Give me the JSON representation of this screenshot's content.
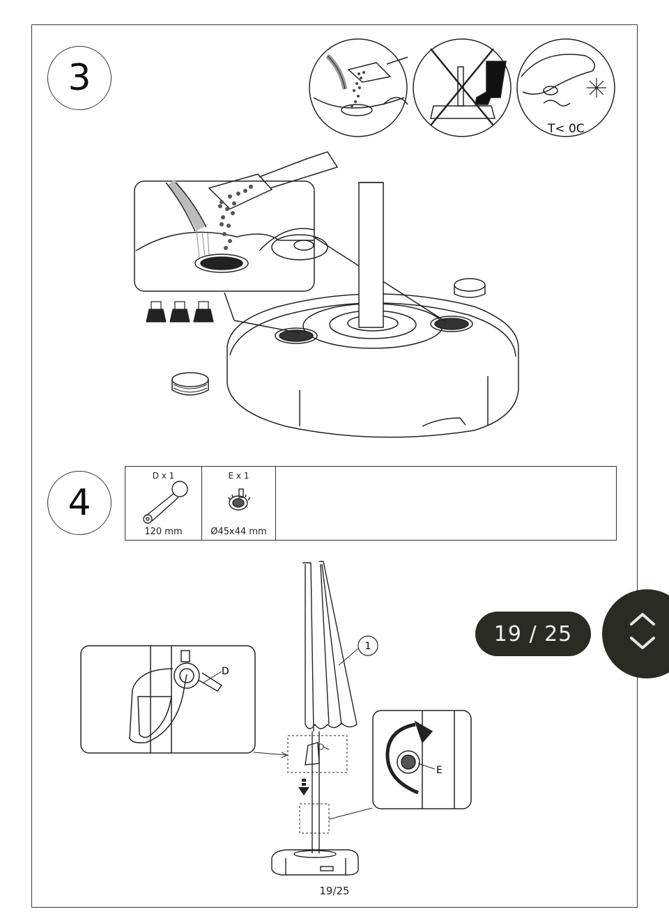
{
  "step3": {
    "number": "3",
    "warning_temp": "T< 0C"
  },
  "step4": {
    "number": "4",
    "parts": [
      {
        "qty": "D x 1",
        "dim": "120 mm",
        "icon": "crank-handle-icon"
      },
      {
        "qty": "E x 1",
        "dim": "Ø45x44 mm",
        "icon": "knob-icon"
      }
    ],
    "callouts": {
      "part_1": "1",
      "part_d": "D",
      "part_e": "E"
    }
  },
  "footer": {
    "page_label": "19/25"
  },
  "viewer": {
    "page_indicator": "19 / 25",
    "nav_icon": "chevron-up-down-icon"
  },
  "colors": {
    "pill_bg": "#2b2b26",
    "pill_text": "#f2f2f2",
    "line": "#222222"
  }
}
